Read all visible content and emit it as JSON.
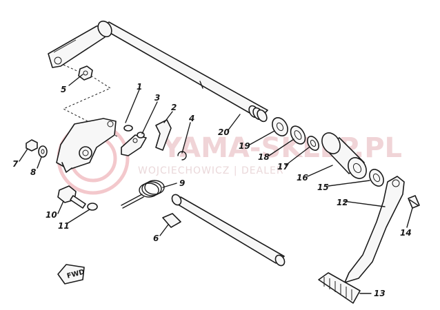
{
  "watermark": {
    "brand": "YAMA-SKLEP.PL",
    "dealer": "WOJCIECHOWICZ | DEALER",
    "color": "#f0d4d7"
  },
  "direction_marker": "FWD",
  "callouts": [
    "1",
    "2",
    "3",
    "4",
    "5",
    "6",
    "7",
    "8",
    "9",
    "10",
    "11",
    "12",
    "13",
    "14",
    "15",
    "16",
    "17",
    "18",
    "19",
    "20"
  ]
}
